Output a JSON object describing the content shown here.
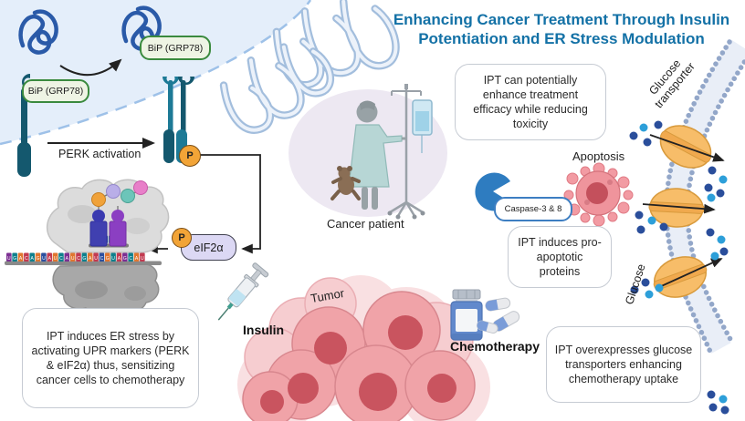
{
  "title": {
    "line1": "Enhancing Cancer Treatment Through Insulin",
    "line2": "Potentiation and ER Stress Modulation",
    "color": "#1371a6"
  },
  "callouts": {
    "efficacy": "IPT can potentially enhance treatment efficacy while reducing toxicity",
    "er_stress": "IPT induces ER stress by activating UPR markers (PERK & eIF2α) thus, sensitizing cancer cells to chemotherapy",
    "pro_apoptotic": "IPT induces pro-apoptotic proteins",
    "glucose_uptake": "IPT overexpresses glucose transporters enhancing chemotherapy uptake"
  },
  "labels": {
    "bip_left": "BiP (GRP78)",
    "bip_right": "BiP (GRP78)",
    "perk_activation": "PERK activation",
    "eif2a": "eIF2α",
    "phospho": "P",
    "cancer_patient": "Cancer patient",
    "insulin": "Insulin",
    "tumor": "Tumor",
    "chemotherapy": "Chemotherapy",
    "apoptosis": "Apoptosis",
    "caspase": "Caspase-3 & 8",
    "glucose_transporter": "Glucose transporter",
    "glucose": "Glucose"
  },
  "colors": {
    "title_blue": "#1371a6",
    "cell_fill": "#e4eefa",
    "cell_dash": "#9ec1e8",
    "receptor_dark_teal": "#14586e",
    "receptor_teal": "#1d7a96",
    "phospho_orange": "#f2a437",
    "bip_green_border": "#3a8a3e",
    "caspase_blue": "#2e7cc0",
    "tumor_pink": "#f0a3a8",
    "tumor_nucleus": "#c9545f",
    "transporter_orange": "#f7bd69",
    "glucose_dark": "#2a4e9b",
    "glucose_cyan": "#2d9fd9",
    "membrane_bead": "#93a7c9"
  },
  "mrna": {
    "palette": [
      "#e0762f",
      "#0e7f8c",
      "#c23a50",
      "#7c2f92",
      "#2b4f9e"
    ],
    "sequence": [
      {
        "c": 3,
        "l": "U"
      },
      {
        "c": 1,
        "l": "G"
      },
      {
        "c": 0,
        "l": "A"
      },
      {
        "c": 2,
        "l": "C"
      },
      {
        "c": 1,
        "l": "A"
      },
      {
        "c": 0,
        "l": "G"
      },
      {
        "c": 4,
        "l": "U"
      },
      {
        "c": 2,
        "l": "A"
      },
      {
        "c": 0,
        "l": "U"
      },
      {
        "c": 1,
        "l": "C"
      },
      {
        "c": 3,
        "l": "A"
      },
      {
        "c": 0,
        "l": "U"
      },
      {
        "c": 2,
        "l": "C"
      },
      {
        "c": 1,
        "l": "G"
      },
      {
        "c": 0,
        "l": "A"
      },
      {
        "c": 2,
        "l": "U"
      },
      {
        "c": 4,
        "l": "C"
      },
      {
        "c": 0,
        "l": "G"
      },
      {
        "c": 1,
        "l": "U"
      },
      {
        "c": 2,
        "l": "A"
      },
      {
        "c": 3,
        "l": "G"
      },
      {
        "c": 1,
        "l": "C"
      },
      {
        "c": 0,
        "l": "A"
      },
      {
        "c": 2,
        "l": "U"
      }
    ],
    "codon": [
      {
        "c": 2,
        "l": "U"
      },
      {
        "c": 0,
        "l": "A"
      },
      {
        "c": 4,
        "l": "U"
      },
      {
        "c": 1,
        "l": "A"
      },
      {
        "c": 3,
        "l": "G"
      },
      {
        "c": 0,
        "l": "U"
      }
    ]
  }
}
